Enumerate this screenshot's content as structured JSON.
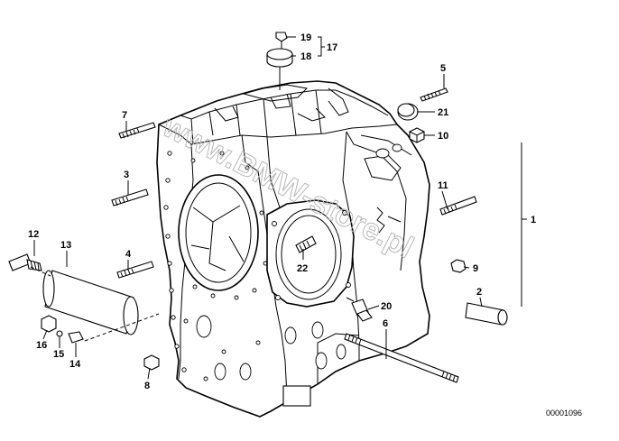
{
  "diagram": {
    "reference_number": "00001096",
    "watermark": "www.BMW-store.pl",
    "callouts": [
      {
        "id": "1",
        "label": "1"
      },
      {
        "id": "2",
        "label": "2"
      },
      {
        "id": "3",
        "label": "3"
      },
      {
        "id": "4",
        "label": "4"
      },
      {
        "id": "5",
        "label": "5"
      },
      {
        "id": "6",
        "label": "6"
      },
      {
        "id": "7",
        "label": "7"
      },
      {
        "id": "8",
        "label": "8"
      },
      {
        "id": "9",
        "label": "9"
      },
      {
        "id": "10",
        "label": "10"
      },
      {
        "id": "11",
        "label": "11"
      },
      {
        "id": "12",
        "label": "12"
      },
      {
        "id": "13",
        "label": "13"
      },
      {
        "id": "14",
        "label": "14"
      },
      {
        "id": "15",
        "label": "15"
      },
      {
        "id": "16",
        "label": "16"
      },
      {
        "id": "17",
        "label": "17"
      },
      {
        "id": "18",
        "label": "18"
      },
      {
        "id": "19",
        "label": "19"
      },
      {
        "id": "20",
        "label": "20"
      },
      {
        "id": "21",
        "label": "21"
      },
      {
        "id": "22",
        "label": "22"
      }
    ]
  }
}
